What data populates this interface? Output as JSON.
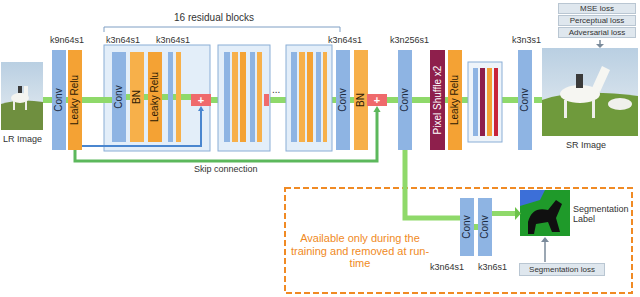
{
  "diagram": {
    "nodes": [
      {
        "text": [
          "Conv"
        ]
      },
      {
        "text": [
          "Leaky Relu"
        ]
      },
      {
        "text": [
          "Conv"
        ]
      },
      {
        "text": [
          "BN"
        ]
      },
      {
        "text": [
          "Leaky Relu"
        ]
      },
      {
        "text": [
          "+"
        ]
      },
      {
        "text": [
          "Conv"
        ]
      },
      {
        "text": [
          "BN"
        ]
      },
      {
        "text": [
          "+"
        ]
      },
      {
        "text": [
          "Conv"
        ]
      },
      {
        "text": [
          "Pixel Shuffle x2"
        ]
      },
      {
        "text": [
          "Leaky Relu"
        ]
      },
      {
        "text": [
          "Conv"
        ]
      },
      {
        "text": [
          "MSE loss"
        ]
      },
      {
        "text": [
          "Perceptual loss"
        ]
      },
      {
        "text": [
          "Adversarial loss"
        ]
      },
      {
        "text": [
          "Conv"
        ]
      },
      {
        "text": [
          "Conv"
        ]
      },
      {
        "text": [
          "Segmentation loss"
        ]
      }
    ],
    "edges": [
      {
        "from": 0,
        "to": 1,
        "arrow": "none"
      },
      {
        "from": 1,
        "to": 2,
        "arrow": "none"
      },
      {
        "from": 2,
        "to": 3,
        "arrow": "none"
      },
      {
        "from": 3,
        "to": 4,
        "arrow": "none"
      },
      {
        "from": 4,
        "to": 5,
        "arrow": "none"
      },
      {
        "from": 5,
        "to": 6,
        "arrow": "none"
      },
      {
        "from": 6,
        "to": 7,
        "arrow": "none"
      },
      {
        "from": 7,
        "to": 8,
        "arrow": "none"
      },
      {
        "from": 8,
        "to": 9,
        "arrow": "none"
      },
      {
        "from": 9,
        "to": 10,
        "arrow": "none"
      },
      {
        "from": 10,
        "to": 11,
        "arrow": "none"
      },
      {
        "from": 11,
        "to": 12,
        "arrow": "none"
      },
      {
        "from": 1,
        "to": 5,
        "arrow": "to"
      },
      {
        "from": 1,
        "to": 8,
        "arrow": "to",
        "label": "Skip connection"
      },
      {
        "from": 9,
        "to": 16,
        "arrow": "none"
      },
      {
        "from": 16,
        "to": 17,
        "arrow": "none"
      }
    ],
    "labels": [
      "16 residual blocks",
      "k9n64s1",
      "k3n64s1",
      "k3n64s1",
      "...",
      "k3n64s1",
      "k3n256s1",
      "k3n3s1",
      "LR Image",
      "SR Image",
      "Available only during the training and removed at run-time",
      "k3n64s1",
      "k3n6s1",
      "Segmentation Label"
    ]
  }
}
